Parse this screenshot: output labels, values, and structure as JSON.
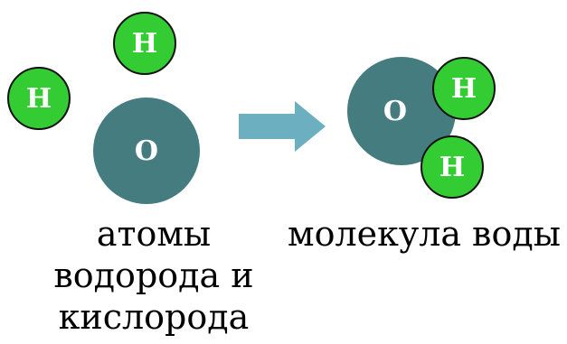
{
  "colors": {
    "hydrogen_fill": "#33cc33",
    "oxygen_fill": "#457c80",
    "arrow_fill": "#6cafc0",
    "caption_text": "#000000"
  },
  "reactants": {
    "hydrogen_1_symbol": "H",
    "hydrogen_2_symbol": "H",
    "oxygen_symbol": "O",
    "caption_line1": "атомы",
    "caption_line2": "водорода и",
    "caption_line3": "кислорода"
  },
  "arrow": {
    "icon": "right-arrow-icon"
  },
  "product": {
    "oxygen_symbol": "O",
    "hydrogen_1_symbol": "H",
    "hydrogen_2_symbol": "H",
    "caption": "молекула воды"
  }
}
